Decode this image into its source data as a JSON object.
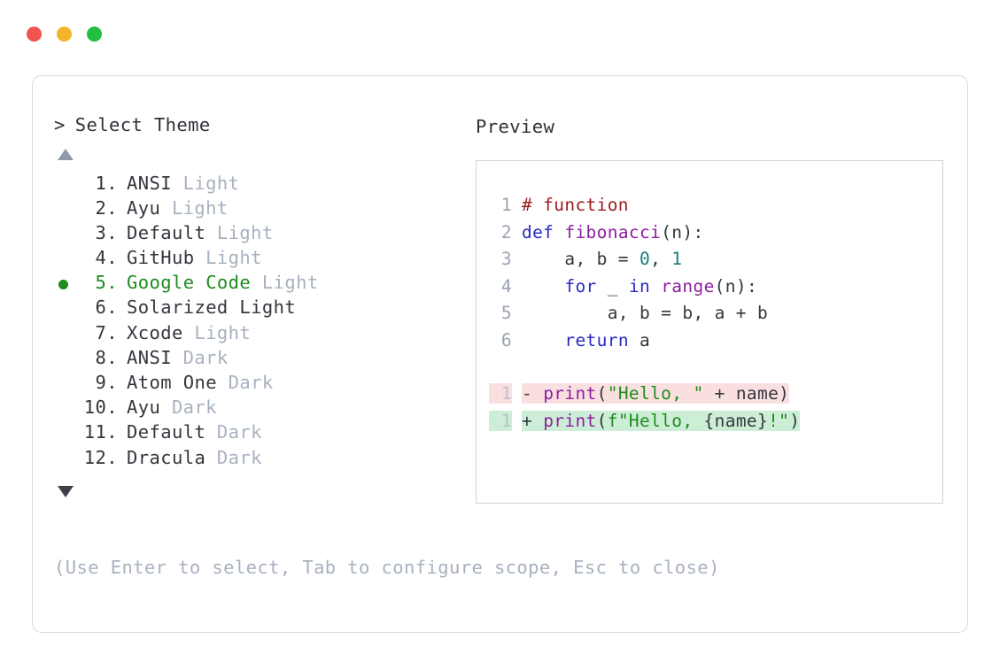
{
  "window": {
    "controls": [
      {
        "name": "close",
        "color": "#f1544f"
      },
      {
        "name": "minimize",
        "color": "#f4b429"
      },
      {
        "name": "maximize",
        "color": "#22bf41"
      }
    ]
  },
  "left_panel": {
    "prompt_caret": ">",
    "prompt_title": "Select Theme",
    "scroll_up_icon": "triangle-up-icon",
    "scroll_down_icon": "triangle-down-icon",
    "selected_index": 5,
    "selected_color": "#1d8c1d",
    "variant_color": "#a8b1c0",
    "items": [
      {
        "index": "1.",
        "name": "ANSI",
        "variant": "Light",
        "variant_muted": true,
        "selected": false
      },
      {
        "index": "2.",
        "name": "Ayu",
        "variant": "Light",
        "variant_muted": true,
        "selected": false
      },
      {
        "index": "3.",
        "name": "Default",
        "variant": "Light",
        "variant_muted": true,
        "selected": false
      },
      {
        "index": "4.",
        "name": "GitHub",
        "variant": "Light",
        "variant_muted": true,
        "selected": false
      },
      {
        "index": "5.",
        "name": "Google Code",
        "variant": "Light",
        "variant_muted": true,
        "selected": true
      },
      {
        "index": "6.",
        "name": "Solarized",
        "variant": "Light",
        "variant_muted": false,
        "selected": false
      },
      {
        "index": "7.",
        "name": "Xcode",
        "variant": "Light",
        "variant_muted": true,
        "selected": false
      },
      {
        "index": "8.",
        "name": "ANSI",
        "variant": "Dark",
        "variant_muted": true,
        "selected": false
      },
      {
        "index": "9.",
        "name": "Atom One",
        "variant": "Dark",
        "variant_muted": true,
        "selected": false
      },
      {
        "index": "10.",
        "name": "Ayu",
        "variant": "Dark",
        "variant_muted": true,
        "selected": false
      },
      {
        "index": "11.",
        "name": "Default",
        "variant": "Dark",
        "variant_muted": true,
        "selected": false
      },
      {
        "index": "12.",
        "name": "Dracula",
        "variant": "Dark",
        "variant_muted": true,
        "selected": false
      }
    ]
  },
  "hint": "(Use Enter to select, Tab to configure scope, Esc to close)",
  "right_panel": {
    "label": "Preview",
    "code_lines": [
      {
        "num": "1",
        "tokens": [
          {
            "t": "# function",
            "c": "tok-comment"
          }
        ]
      },
      {
        "num": "2",
        "tokens": [
          {
            "t": "def ",
            "c": "tok-kw"
          },
          {
            "t": "fibonacci",
            "c": "tok-fn"
          },
          {
            "t": "(n):",
            "c": "tok-plain"
          }
        ]
      },
      {
        "num": "3",
        "tokens": [
          {
            "t": "    a, b = ",
            "c": "tok-plain"
          },
          {
            "t": "0",
            "c": "tok-num"
          },
          {
            "t": ", ",
            "c": "tok-plain"
          },
          {
            "t": "1",
            "c": "tok-num"
          }
        ]
      },
      {
        "num": "4",
        "tokens": [
          {
            "t": "    ",
            "c": "tok-plain"
          },
          {
            "t": "for",
            "c": "tok-kw"
          },
          {
            "t": " _ ",
            "c": "tok-plain"
          },
          {
            "t": "in",
            "c": "tok-kw"
          },
          {
            "t": " ",
            "c": "tok-plain"
          },
          {
            "t": "range",
            "c": "tok-fn"
          },
          {
            "t": "(n):",
            "c": "tok-plain"
          }
        ]
      },
      {
        "num": "5",
        "tokens": [
          {
            "t": "        a, b = b, a + b",
            "c": "tok-plain"
          }
        ]
      },
      {
        "num": "6",
        "tokens": [
          {
            "t": "    ",
            "c": "tok-plain"
          },
          {
            "t": "return",
            "c": "tok-kw"
          },
          {
            "t": " a",
            "c": "tok-plain"
          }
        ]
      }
    ],
    "diff_lines": [
      {
        "num": "1",
        "kind": "del",
        "sign": "- ",
        "bg": "#fadfe0",
        "tokens": [
          {
            "t": "print",
            "c": "tok-punct"
          },
          {
            "t": "(",
            "c": "tok-plain"
          },
          {
            "t": "\"Hello, \"",
            "c": "tok-str"
          },
          {
            "t": " + name)",
            "c": "tok-plain"
          }
        ]
      },
      {
        "num": "1",
        "kind": "add",
        "sign": "+ ",
        "bg": "#cdeed6",
        "tokens": [
          {
            "t": "print",
            "c": "tok-punct"
          },
          {
            "t": "(",
            "c": "tok-plain"
          },
          {
            "t": "f\"Hello, ",
            "c": "tok-str"
          },
          {
            "t": "{name}",
            "c": "tok-plain"
          },
          {
            "t": "!\"",
            "c": "tok-str"
          },
          {
            "t": ")",
            "c": "tok-plain"
          }
        ]
      }
    ]
  }
}
